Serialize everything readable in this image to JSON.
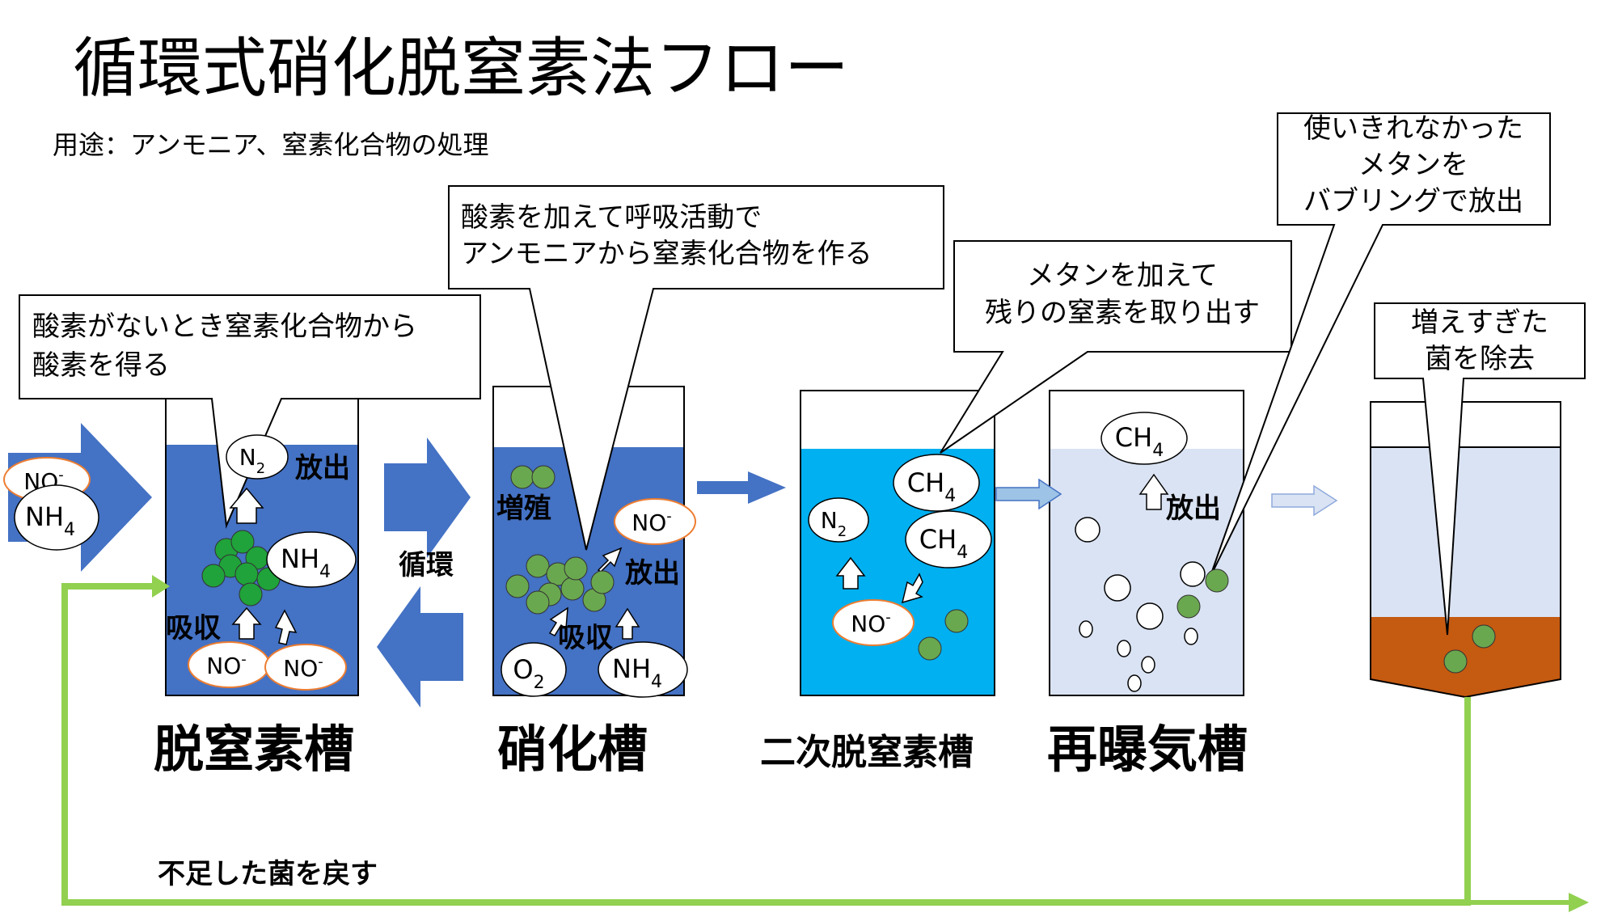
{
  "title": "循環式硝化脱窒素法フロー",
  "subtitle": "用途：アンモニア、窒素化合物の処理",
  "callouts": {
    "denitrification": [
      "酸素がないとき窒素化合物から",
      "酸素を得る"
    ],
    "nitrification": [
      "酸素を加えて呼吸活動で",
      "アンモニアから窒素化合物を作る"
    ],
    "methane_add": [
      "メタンを加えて",
      "残りの窒素を取り出す"
    ],
    "methane_release": [
      "使いきれなかった",
      "メタンを",
      "バブリングで放出"
    ],
    "sludge": [
      "増えすぎた",
      "菌を除去"
    ]
  },
  "tanks": {
    "denitrification": "脱窒素槽",
    "nitrification": "硝化槽",
    "secondary": "二次脱窒素槽",
    "reaeration": "再曝気槽"
  },
  "labels": {
    "release": "放出",
    "absorb": "吸収",
    "cycle": "循環",
    "grow": "増殖",
    "return": "不足した菌を戻す"
  },
  "chem": {
    "no": "NO",
    "no_sup": "-",
    "nh": "NH",
    "four": "4",
    "n": "N",
    "two": "2",
    "o": "O",
    "ch": "CH"
  },
  "colors": {
    "tank_blue": "#4472c4",
    "tank_cyan": "#00b0f0",
    "tank_light": "#dae3f3",
    "sludge": "#c55a11",
    "bacteria": "#1fa33a",
    "bacteria_light": "#6aa84f",
    "return_line": "#92d050",
    "nitrate_border": "#ed7d31"
  }
}
